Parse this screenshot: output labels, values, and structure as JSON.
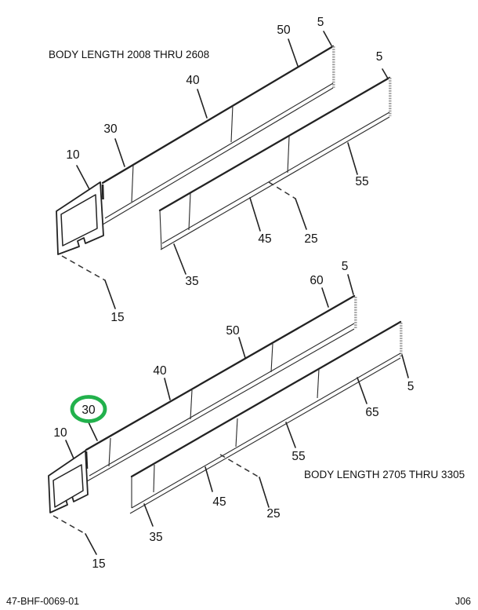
{
  "artwork": {
    "footer": {
      "left": "47-BHF-0069-01",
      "right": "J06"
    },
    "colors": {
      "line": "#222222",
      "hatch": "#9b9b9b",
      "highlight": "#22b14c",
      "background": "#ffffff"
    },
    "diagram_top": {
      "caption": "BODY LENGTH 2008 THRU 2608",
      "callouts": {
        "c10": "10",
        "c15": "15",
        "c25": "25",
        "c30": "30",
        "c35": "35",
        "c40": "40",
        "c45": "45",
        "c50": "50",
        "c55": "55",
        "c5_upper_rail": "5",
        "c5_rear_rail": "5"
      }
    },
    "diagram_bottom": {
      "caption": "BODY LENGTH 2705 THRU 3305",
      "highlighted_callout": "30",
      "callouts": {
        "c10": "10",
        "c15": "15",
        "c25": "25",
        "c30": "30",
        "c35": "35",
        "c40": "40",
        "c45": "45",
        "c50": "50",
        "c55": "55",
        "c60": "60",
        "c65": "65",
        "c5_upper_rail": "5",
        "c5_rear_rail": "5"
      }
    }
  }
}
